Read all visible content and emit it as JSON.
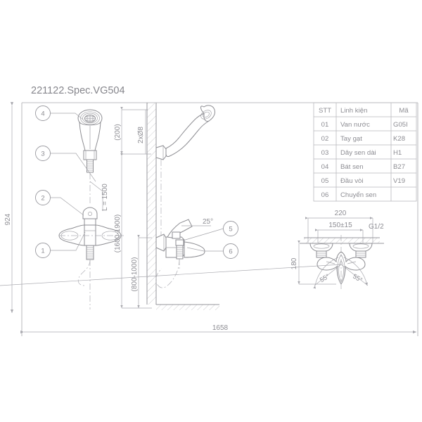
{
  "drawing": {
    "title": "221122.Spec.VG504",
    "background": "#ffffff",
    "line_color": "#a8a8ac",
    "text_color": "#8d8d93"
  },
  "parts_table": {
    "headers": [
      "STT",
      "Linh kiện",
      "Mã"
    ],
    "rows": [
      {
        "stt": "01",
        "name": "Van nước",
        "code": "G05I"
      },
      {
        "stt": "02",
        "name": "Tay gạt",
        "code": "K28"
      },
      {
        "stt": "03",
        "name": "Dây sen dài",
        "code": "H1"
      },
      {
        "stt": "04",
        "name": "Bát sen",
        "code": "B27"
      },
      {
        "stt": "05",
        "name": "Đầu vòi",
        "code": "V19"
      },
      {
        "stt": "06",
        "name": "Chuyển sen",
        "code": ""
      }
    ]
  },
  "balloons": [
    {
      "id": "1",
      "label": "1"
    },
    {
      "id": "2",
      "label": "2"
    },
    {
      "id": "3",
      "label": "3"
    },
    {
      "id": "4",
      "label": "4"
    },
    {
      "id": "5",
      "label": "5"
    },
    {
      "id": "6",
      "label": "6"
    }
  ],
  "dimensions": {
    "overall_width": "1658",
    "overall_height": "924",
    "hose_length": "L = 1500",
    "bracket_spacing": "(200)",
    "bracket_holes": "2xØ8",
    "shower_height": "(1600-1900)",
    "spout_height": "(800-1000)",
    "spout_angle": "25°"
  },
  "detail_view": {
    "width_outer": "220",
    "width_centers": "150±15",
    "thread": "G1/2",
    "height": "180",
    "angle_left": "55°",
    "angle_right": "55°"
  }
}
